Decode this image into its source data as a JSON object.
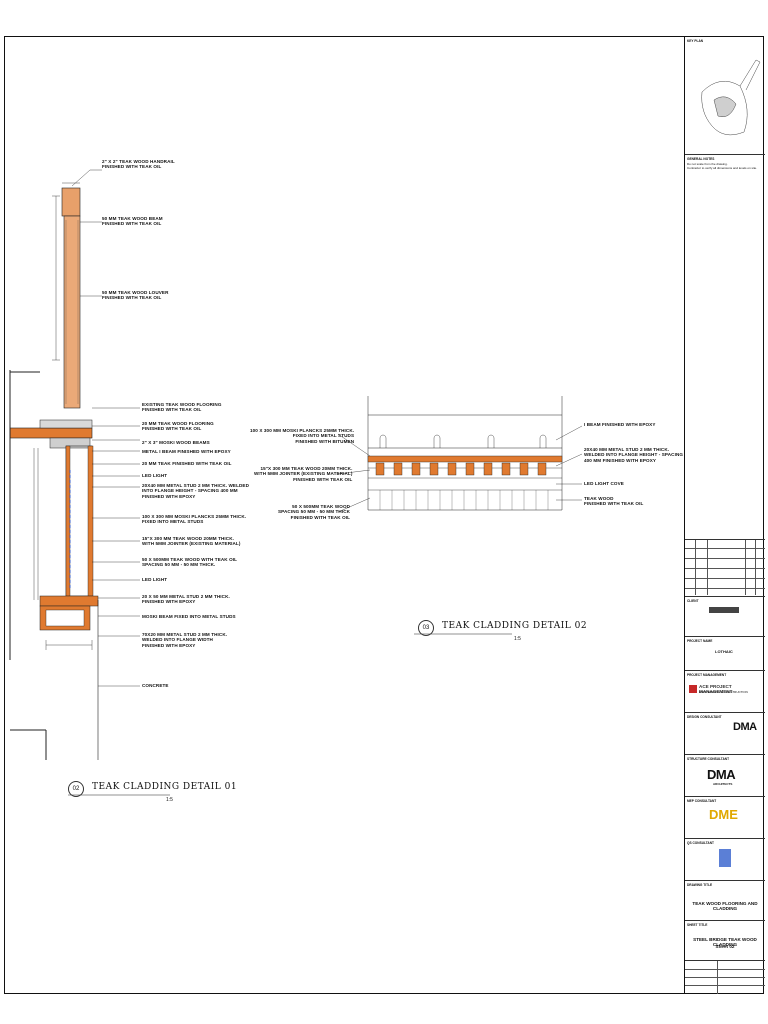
{
  "detail_01": {
    "number": "02",
    "title": "TEAK CLADDING DETAIL 01",
    "scale": "1:5",
    "labels": [
      "2\" X 2\" TEAK WOOD HANDRAIL\nFINISHED WITH TEAK OIL",
      "50 MM TEAK WOOD BEAM\nFINISHED WITH TEAK OIL",
      "50 MM TEAK WOOD LOUVER\nFINISHED WITH TEAK OIL",
      "EXISTING TEAK WOOD FLOORING\nFINISHED WITH TEAK OIL",
      "20 MM TEAK WOOD FLOORING\nFINISHED WITH TEAK OIL",
      "2\" X 3\" MOSKI WOOD BEAMS",
      "METAL I BEAM FINISHED WITH EPOXY",
      "20 MM TEAK FINISHED WITH TEAK OIL",
      "LED LIGHT",
      "20X40 MM METAL STUD 2 MM THICK. WELDED\nINTO FLANGE HEIGHT - SPACING 400 MM\nFINISHED WITH EPOXY",
      "100 X 300 MM MOSKI PLANCKS 25MM THICK.\nFIXED INTO METAL STUDS",
      "15\"X 300 MM TEAK WOOD 20MM THICK.\nWITH 5MM JOINTER (EXISTING MATERIAL)",
      "50 X 500MM TEAK WOOD WITH TEAK OIL\nSPACING 50 MM - 50 MM THICK.",
      "LED LIGHT",
      "20 X 50 MM METAL STUD 2 MM THICK.\nFINISHED WITH EPOXY",
      "MOSKI BEAM FIXED INTO METAL STUDS",
      "70X20 MM METAL STUD 2 MM THICK.\nWELDED INTO FLANGE WIDTH\nFINISHED WITH EPOXY",
      "CONCRETE"
    ]
  },
  "detail_02": {
    "number": "03",
    "title": "TEAK CLADDING DETAIL 02",
    "scale": "1:5",
    "labels_left": [
      "100 X 300 MM MOSKI PLANCKS 25MM THICK.\nFIXED INTO METAL STUDS\nFINISHED WITH BITUMEN",
      "15\"X 300 MM TEAK WOOD 20MM THICK.\nWITH 5MM JOINTER (EXISTING MATERIAL)\nFINISHED WITH TEAK OIL",
      "50 X 500MM TEAK WOOD\nSPACING 50 MM - 50 MM THICK\nFINISHED WITH TEAK OIL"
    ],
    "labels_right": [
      "I BEAM FINISHED WITH EPOXY",
      "20X40 MM METAL STUD 2 MM THICK.\nWELDED INTO FLANGE HEIGHT - SPACING\n400 MM FINISHED WITH EPOXY",
      "LED LIGHT COVE",
      "TEAK WOOD\nFINISHED WITH TEAK OIL"
    ]
  },
  "title_block": {
    "key_plan_label": "KEY PLAN",
    "general_notes_label": "GENERAL NOTES",
    "notes": "Do not scale from the drawing.\nContractor to verify all dimensions and levels on site.",
    "client_label": "CLIENT",
    "project_label": "PROJECT NAME",
    "project_logo": "LOTHAIC",
    "pm_label": "PROJECT MANAGEMENT",
    "pm_name": "ACE PROJECT MANAGEMENT",
    "pm_sub": "ENGINEERING & CONSTRUCTION",
    "consultant_label": "DESIGN CONSULTANT",
    "consultant_logo": "DMA",
    "consultant_sub": "ARCHITECTS",
    "structure_label": "STRUCTURE CONSULTANT",
    "mep_label": "MEP CONSULTANT",
    "mep_logo": "DME",
    "qs_label": "QS CONSULTANT",
    "drawing_label": "DRAWING TITLE",
    "drawing_title": "TEAK WOOD FLOORING AND CLADDING",
    "sheet_label": "SHEET TITLE",
    "sheet_title": "STEEL BRIDGE TEAK WOOD CLADDING",
    "sheet_no": "Sheet 02"
  }
}
